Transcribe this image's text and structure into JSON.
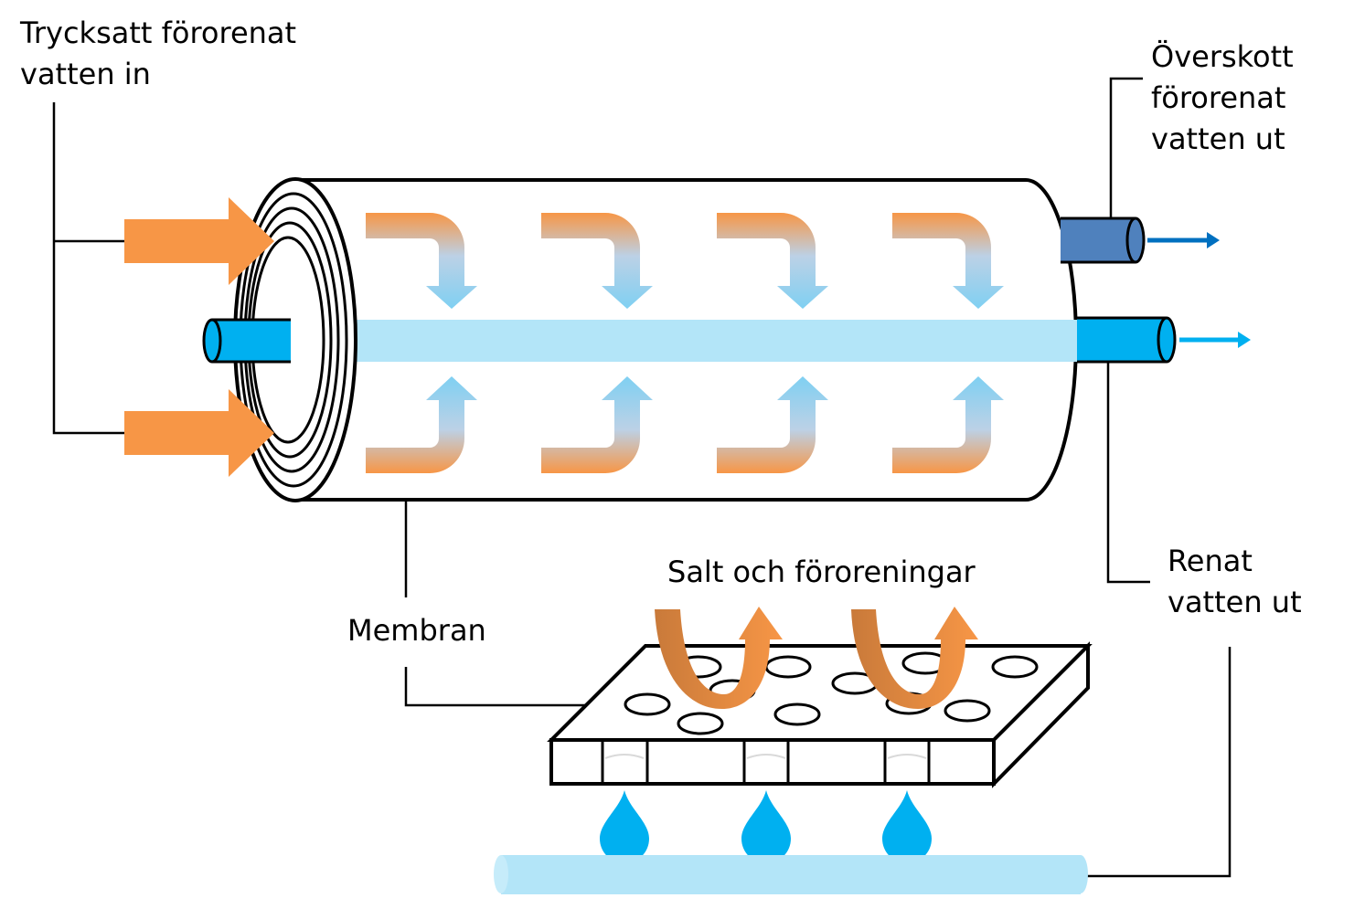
{
  "labels": {
    "inlet": [
      "Trycksatt förorenat",
      "vatten in"
    ],
    "excess": [
      "Överskott",
      "förorenat",
      "vatten ut"
    ],
    "membrane": "Membran",
    "salt": "Salt och föroreningar",
    "clean": [
      "Renat",
      "vatten ut"
    ]
  },
  "colors": {
    "feed_arrow": "#f79646",
    "clean_water": "#00b0f0",
    "light_water": "#b3e5f8",
    "waste_pipe": "#4f81bd",
    "waste_arrow": "#0070c0",
    "salt_arrow_dark": "#c97a3a",
    "salt_arrow_light": "#f79646",
    "outline": "#000000"
  }
}
